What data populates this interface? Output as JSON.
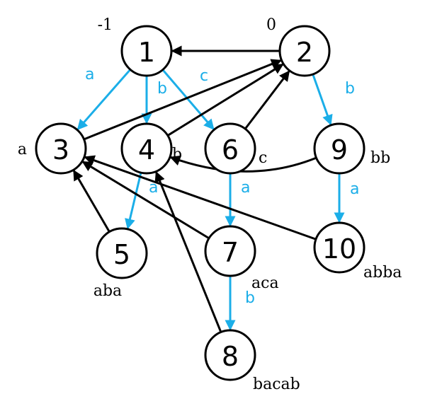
{
  "colors": {
    "trie_edge": "#1BAEE8",
    "suffix_link": "#000000"
  },
  "nodes": [
    {
      "id": "1",
      "label": "1",
      "string": "-1"
    },
    {
      "id": "2",
      "label": "2",
      "string": "0"
    },
    {
      "id": "3",
      "label": "3",
      "string": "a"
    },
    {
      "id": "4",
      "label": "4",
      "string": "b"
    },
    {
      "id": "6",
      "label": "6",
      "string": "c"
    },
    {
      "id": "9",
      "label": "9",
      "string": "bb"
    },
    {
      "id": "5",
      "label": "5",
      "string": "aba"
    },
    {
      "id": "7",
      "label": "7",
      "string": "aca"
    },
    {
      "id": "10",
      "label": "10",
      "string": "abba"
    },
    {
      "id": "8",
      "label": "8",
      "string": "bacab"
    }
  ],
  "trie_edges": [
    {
      "from": "1",
      "to": "3",
      "char": "a"
    },
    {
      "from": "1",
      "to": "4",
      "char": "b"
    },
    {
      "from": "1",
      "to": "6",
      "char": "c"
    },
    {
      "from": "2",
      "to": "9",
      "char": "b"
    },
    {
      "from": "4",
      "to": "5",
      "char": "a"
    },
    {
      "from": "6",
      "to": "7",
      "char": "a"
    },
    {
      "from": "9",
      "to": "10",
      "char": "a"
    },
    {
      "from": "7",
      "to": "8",
      "char": "b"
    }
  ],
  "suffix_links": [
    {
      "from": "2",
      "to": "1"
    },
    {
      "from": "3",
      "to": "2"
    },
    {
      "from": "4",
      "to": "2"
    },
    {
      "from": "6",
      "to": "2"
    },
    {
      "from": "9",
      "to": "4"
    },
    {
      "from": "5",
      "to": "3"
    },
    {
      "from": "7",
      "to": "3"
    },
    {
      "from": "10",
      "to": "3"
    },
    {
      "from": "8",
      "to": "4"
    }
  ]
}
